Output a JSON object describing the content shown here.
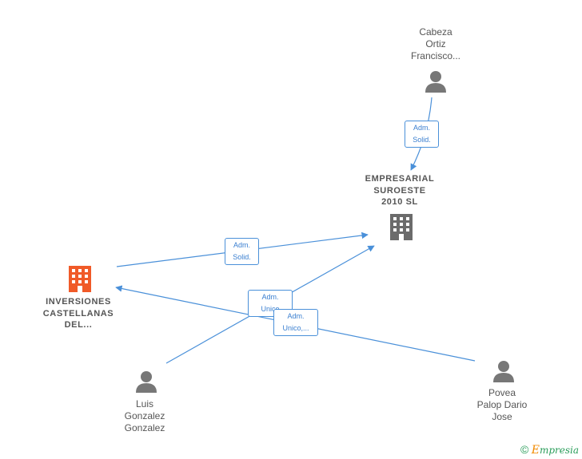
{
  "nodes": {
    "cabeza": {
      "label_lines": [
        "Cabeza",
        "Ortiz",
        "Francisco..."
      ],
      "type": "person"
    },
    "empresarial": {
      "label_lines": [
        "EMPRESARIAL",
        "SUROESTE",
        "2010  SL"
      ],
      "type": "company"
    },
    "inversiones": {
      "label_lines": [
        "INVERSIONES",
        "CASTELLANAS",
        "DEL..."
      ],
      "type": "company-primary"
    },
    "luis": {
      "label_lines": [
        "Luis",
        "Gonzalez",
        "Gonzalez"
      ],
      "type": "person"
    },
    "povea": {
      "label_lines": [
        "Povea",
        "Palop Dario",
        "Jose"
      ],
      "type": "person"
    }
  },
  "edges": {
    "cabeza_empresarial": {
      "label_lines": [
        "Adm.",
        "Solid."
      ]
    },
    "inversiones_empresarial": {
      "label_lines": [
        "Adm.",
        "Solid."
      ]
    },
    "luis_empresarial": {
      "label_lines": [
        "Adm.",
        "Unico"
      ]
    },
    "povea_inversiones": {
      "label_lines": [
        "Adm.",
        "Unico,..."
      ]
    }
  },
  "colors": {
    "edge": "#4a90d9",
    "person_icon": "#777777",
    "company_icon": "#6b6b6b",
    "primary_company_icon": "#f05a28"
  },
  "brand": {
    "copyright": "©",
    "name_initial": "E",
    "name_rest": "mpresia"
  }
}
